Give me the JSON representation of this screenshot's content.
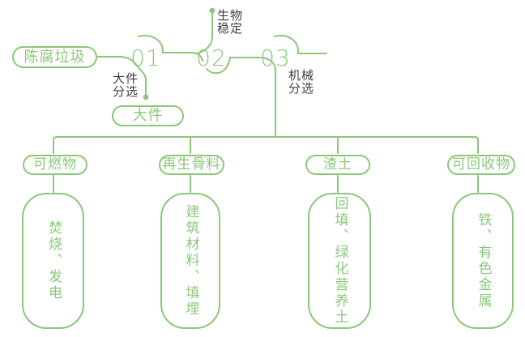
{
  "colors": {
    "accent_green": "#8BC87A",
    "note_dark": "#3E4042",
    "background": "#FFFFFF"
  },
  "flow": {
    "source_label": "陈腐垃圾",
    "bulky_label": "大件",
    "steps": [
      {
        "number": "01",
        "note": "大件\n分选"
      },
      {
        "number": "02",
        "note": "生物\n稳定"
      },
      {
        "number": "03",
        "note": "机械\n分选"
      }
    ]
  },
  "branches": [
    {
      "category": "可燃物",
      "outcome": "焚烧、发电"
    },
    {
      "category": "再生骨料",
      "outcome": "建筑材料、填埋"
    },
    {
      "category": "渣土",
      "outcome": "回填、绿化营养土"
    },
    {
      "category": "可回收物",
      "outcome": "铁、有色金属"
    }
  ]
}
